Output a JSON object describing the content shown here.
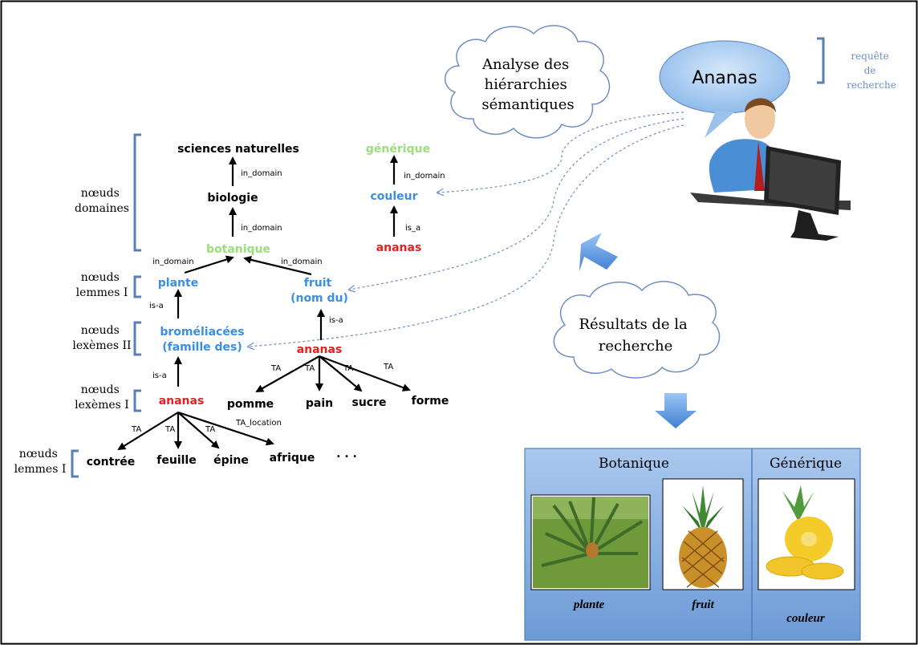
{
  "colors": {
    "black": "#000000",
    "blue": "#3b8ee0",
    "red": "#e52222",
    "green": "#9adf7a",
    "bracket": "#5b7fb2",
    "panel": "#8fb6e4",
    "note": "#6e8fc4"
  },
  "labels": {
    "noeuds_domaines": [
      "nœuds",
      "domaines"
    ],
    "noeuds_lemmes_1": [
      "nœuds",
      "lemmes I"
    ],
    "noeuds_lexemes_2": [
      "nœuds",
      "lexèmes II"
    ],
    "noeuds_lexemes_1": [
      "nœuds",
      "lexèmes I"
    ],
    "noeuds_lemmes_1b": [
      "nœuds",
      "lemmes I"
    ],
    "requete": [
      "requête",
      "de",
      "recherche"
    ]
  },
  "nodes": {
    "sciences": "sciences naturelles",
    "biologie": "biologie",
    "botanique": "botanique",
    "generique": "générique",
    "couleur": "couleur",
    "ananas_top": "ananas",
    "plante": "plante",
    "fruit": "fruit",
    "nom_du": "(nom du)",
    "bromeliacees": "broméliacées",
    "famille_des": "(famille des)",
    "ananas_mid": "ananas",
    "ananas_low": "ananas",
    "pomme": "pomme",
    "pain": "pain",
    "sucre": "sucre",
    "forme": "forme",
    "contree": "contrée",
    "feuille": "feuille",
    "epine": "épine",
    "afrique": "afrique",
    "ellipsis": ". . ."
  },
  "edges": {
    "in_domain": "in_domain",
    "is_a": "is_a",
    "isa": "is-a",
    "ta": "TA",
    "ta_location": "TA_location"
  },
  "clouds": {
    "analyse": [
      "Analyse des",
      "hiérarchies",
      "sémantiques"
    ],
    "resultats": [
      "Résultats de la",
      "recherche"
    ],
    "query": "Ananas"
  },
  "results": {
    "botanique": "Botanique",
    "generique": "Générique",
    "plante": "plante",
    "fruit": "fruit",
    "couleur": "couleur"
  }
}
